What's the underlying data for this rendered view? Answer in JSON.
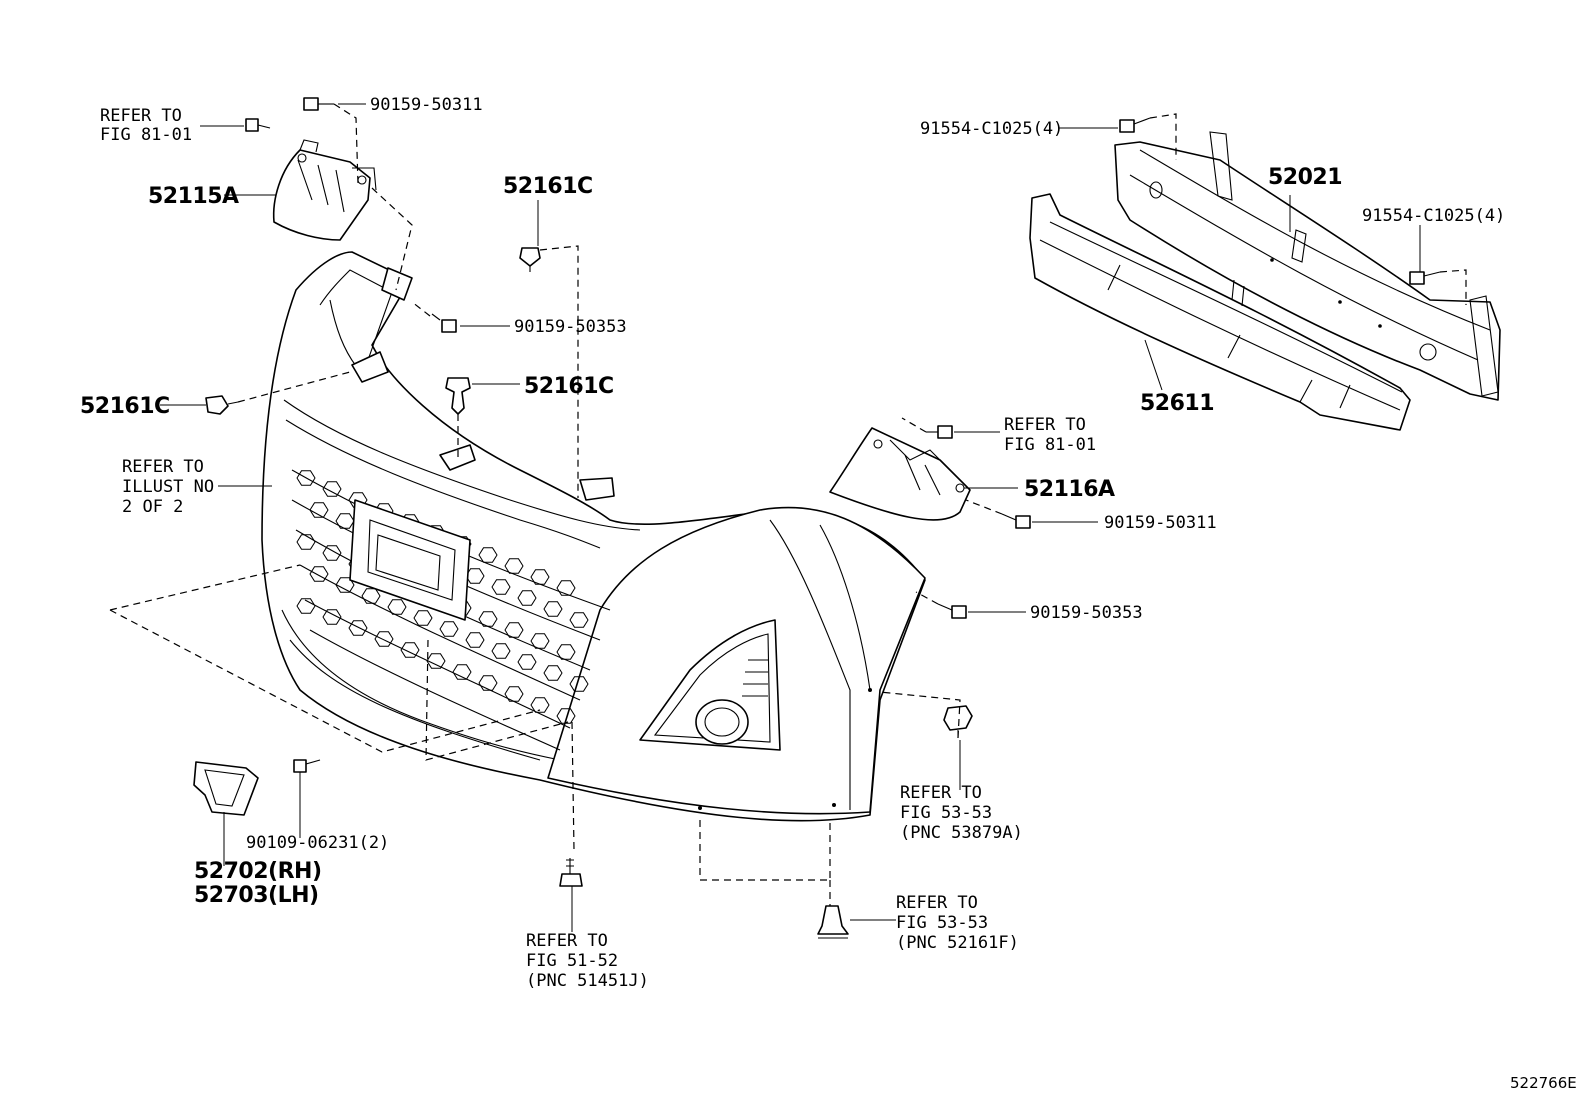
{
  "labels": {
    "p90159_50311_top": "90159-50311",
    "refer_fig_81_01_left": [
      "REFER TO",
      "FIG 81-01"
    ],
    "p52115A": "52115A",
    "p52161C_top": "52161C",
    "p90159_50353_top": "90159-50353",
    "p52161C_mid": "52161C",
    "p52161C_left": "52161C",
    "refer_illust": [
      "REFER TO",
      "ILLUST NO",
      "2 OF 2"
    ],
    "p91554_C1025_a": "91554-C1025(4)",
    "p52021": "52021",
    "p91554_C1025_b": "91554-C1025(4)",
    "p52611": "52611",
    "refer_fig_81_01_right": [
      "REFER TO",
      "FIG 81-01"
    ],
    "p52116A": "52116A",
    "p90159_50311_right": "90159-50311",
    "p90159_50353_right": "90159-50353",
    "refer_fig_53_53_a": [
      "REFER TO",
      "FIG 53-53",
      "(PNC 53879A)"
    ],
    "p90109_06231": "90109-06231(2)",
    "p52702": "52702(RH)",
    "p52703": "52703(LH)",
    "refer_fig_51_52": [
      "REFER TO",
      "FIG 51-52",
      "(PNC 51451J)"
    ],
    "refer_fig_53_53_b": [
      "REFER TO",
      "FIG 53-53",
      "(PNC 52161F)"
    ],
    "diagram_id": "522766E"
  }
}
